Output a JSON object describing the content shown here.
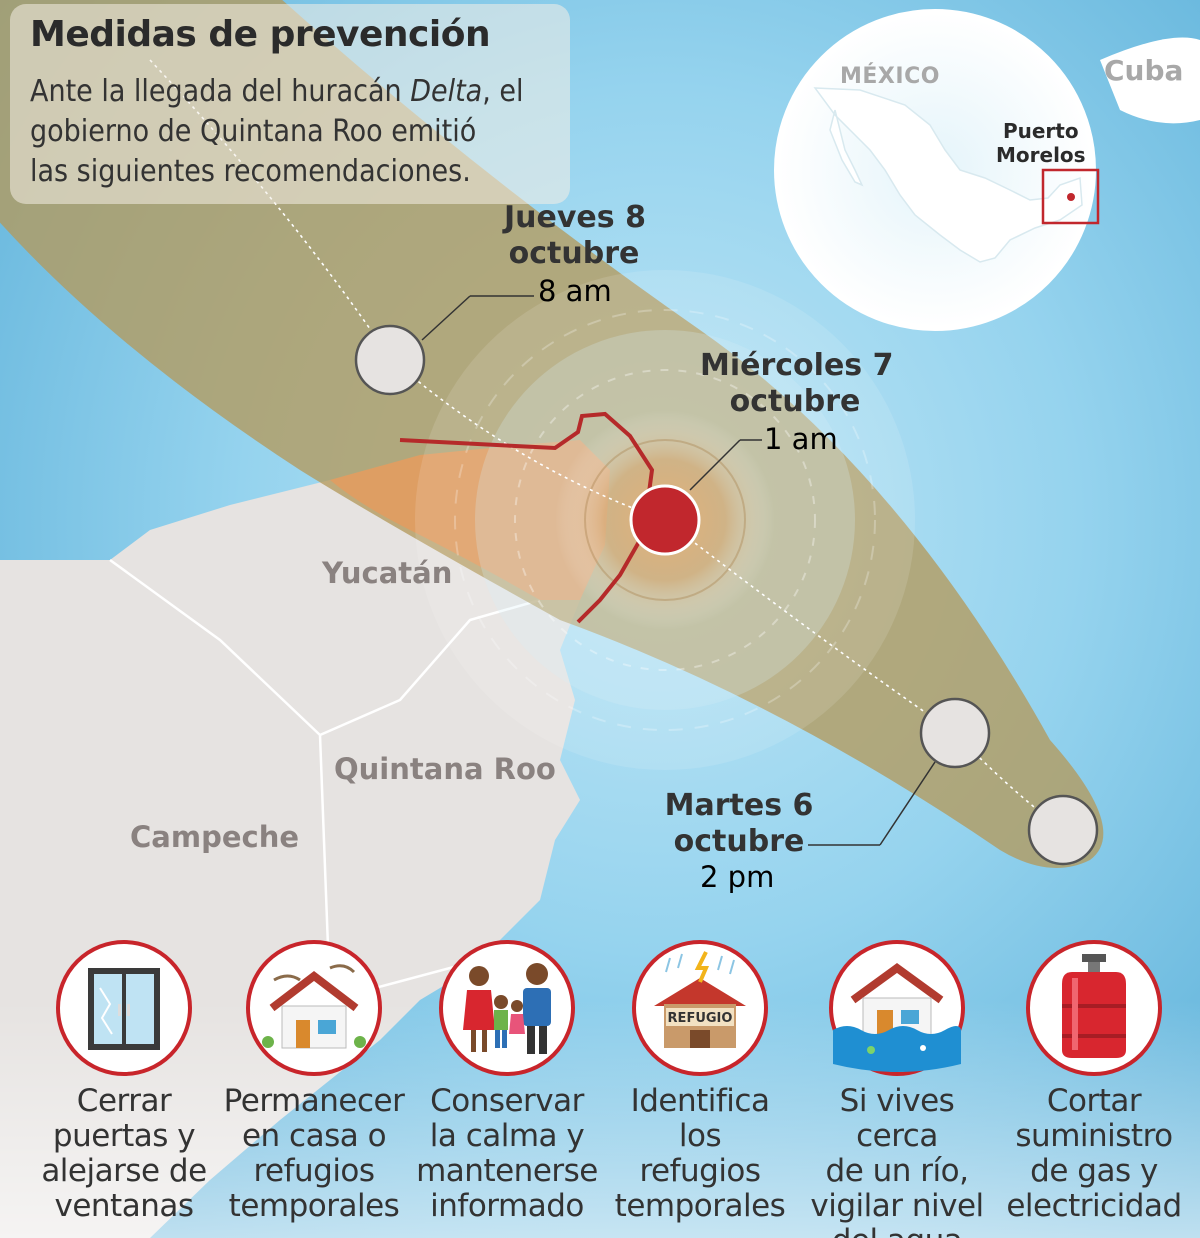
{
  "title": "Medidas de prevención",
  "intro": {
    "line1_before": "Ante la llegada del huracán ",
    "storm_name": "Delta",
    "line1_after": ", el",
    "line2": "gobierno de Quintana Roo emitió",
    "line3": "las siguientes recomendaciones."
  },
  "inset": {
    "country": "MÉXICO",
    "neighbor": "Cuba",
    "town_line1": "Puerto",
    "town_line2": "Morelos"
  },
  "track_points": [
    {
      "day": "Jueves 8",
      "month": "octubre",
      "time": "8 am"
    },
    {
      "day": "Miércoles 7",
      "month": "octubre",
      "time": "1 am"
    },
    {
      "day": "Martes 6",
      "month": "octubre",
      "time": "2 pm"
    }
  ],
  "regions": {
    "yucatan": "Yucatán",
    "quintana_roo": "Quintana Roo",
    "campeche": "Campeche"
  },
  "recommendations": [
    {
      "icon": "window-icon",
      "label": "Cerrar\npuertas y\nalejarse de\nventanas"
    },
    {
      "icon": "house-wind-icon",
      "label": "Permanecer\nen casa o\nrefugios\ntemporales"
    },
    {
      "icon": "family-icon",
      "label": "Conservar\nla calma y\nmantenerse\ninformado"
    },
    {
      "icon": "shelter-icon",
      "label": "Identifica\nlos\nrefugios\ntemporales",
      "sign": "REFUGIO"
    },
    {
      "icon": "flooded-house-icon",
      "label": "Si vives cerca\nde un río,\nvigilar nivel\ndel agua"
    },
    {
      "icon": "gas-cylinder-icon",
      "label": "Cortar\nsuministro\nde gas y\nelectricidad"
    }
  ],
  "colors": {
    "sea": "#8fd0ec",
    "land": "#e6e3e1",
    "cone": "#b39a5c",
    "storm_center": "#c1272d",
    "border_line": "#b52a2a",
    "icon_ring": "#c8252b"
  }
}
